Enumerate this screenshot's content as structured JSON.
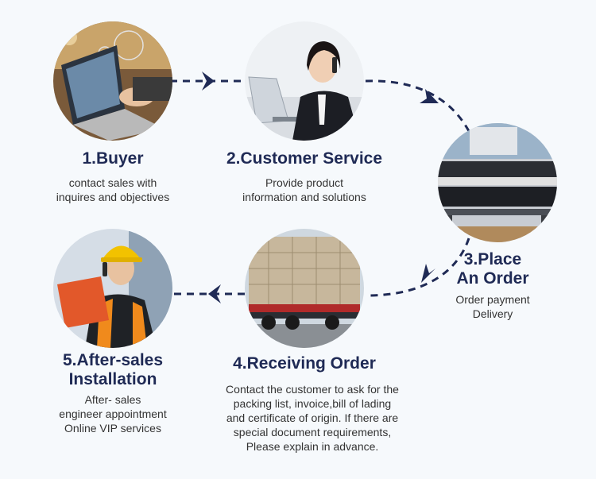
{
  "steps": [
    {
      "title_lines": [
        "1.Buyer"
      ],
      "desc_lines": [
        "contact sales with",
        "inquires and objectives"
      ],
      "photo": "laptop-shopping-photo"
    },
    {
      "title_lines": [
        "2.Customer Service"
      ],
      "desc_lines": [
        "Provide product",
        "information and solutions"
      ],
      "photo": "customer-service-agent-photo"
    },
    {
      "title_lines": [
        "3.Place",
        "An Order"
      ],
      "desc_lines": [
        "Order payment",
        "Delivery"
      ],
      "photo": "printer-machine-photo"
    },
    {
      "title_lines": [
        "4.Receiving Order"
      ],
      "desc_lines": [
        "Contact the customer to ask for the",
        "packing list, invoice,bill of lading",
        "and certificate of origin. If there are",
        "special document requirements,",
        "Please explain in advance."
      ],
      "photo": "cargo-truck-photo"
    },
    {
      "title_lines": [
        "5.After-sales",
        "Installation"
      ],
      "desc_lines": [
        "After- sales",
        "engineer appointment",
        "Online VIP services"
      ],
      "photo": "engineer-photo"
    }
  ],
  "colors": {
    "title": "#1f2a55",
    "arrow": "#1f2a55",
    "text": "#333333",
    "background": "#f6f9fc"
  }
}
